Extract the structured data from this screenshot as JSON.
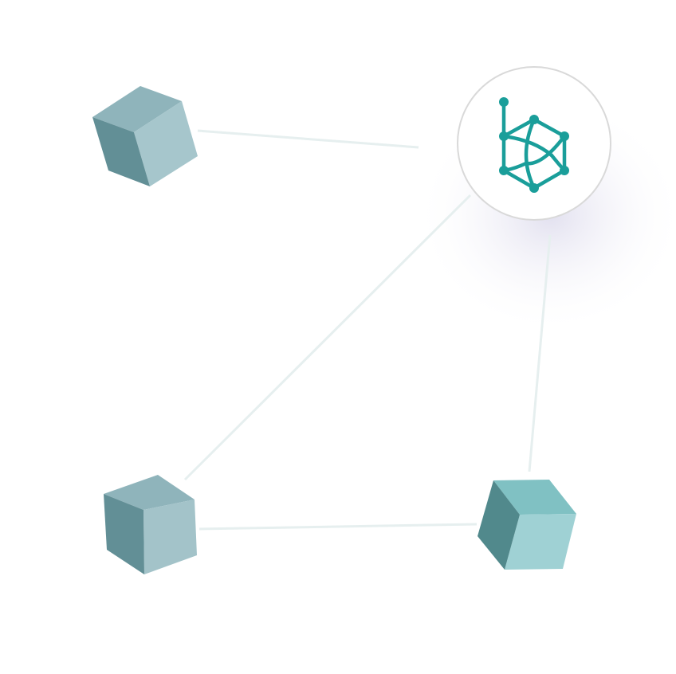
{
  "colors": {
    "logo_teal": "#1a9e9a",
    "cube_top": "#8fb4bb",
    "cube_right": "#a6c6cc",
    "cube_left": "#5f8c93",
    "cube_accent_top": "#7fc0c2",
    "cube_accent_right": "#9fd0d3",
    "cube_accent_left": "#4f8a8c",
    "connector": "#e4eeee",
    "circle_border": "#d9d9d9"
  },
  "nodes": [
    {
      "name": "cube-top-left",
      "icon": "cube-icon"
    },
    {
      "name": "cube-bottom-left",
      "icon": "cube-icon"
    },
    {
      "name": "cube-bottom-right",
      "icon": "cube-icon"
    },
    {
      "name": "hub-logo",
      "icon": "hexagon-network-logo-icon"
    }
  ]
}
